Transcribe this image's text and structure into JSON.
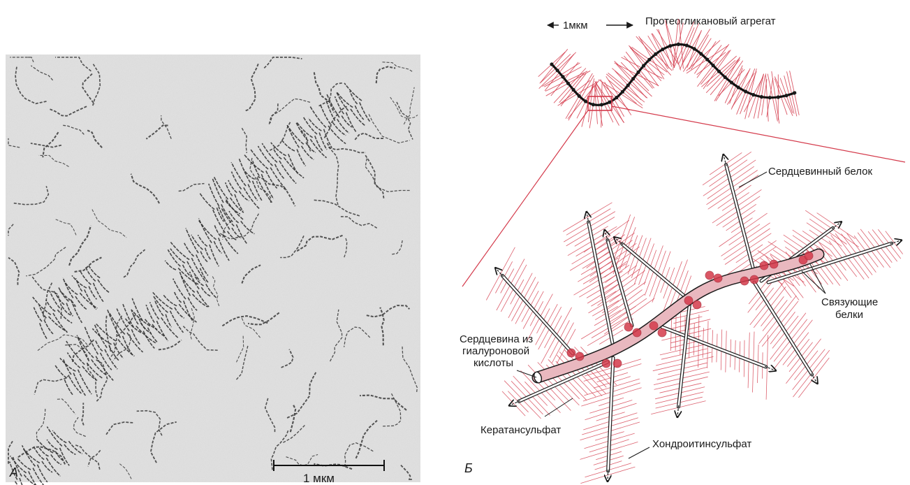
{
  "panel_a": {
    "letter": "А",
    "scale_bar": "1 мкм",
    "image": "electron-micrograph"
  },
  "panel_b": {
    "letter": "Б",
    "scale_bar": "1мкм",
    "title": "Протеогликановый агрегат",
    "labels": {
      "core_protein": "Сердцевинный белок",
      "link_proteins": [
        "Связующие",
        "белки"
      ],
      "hyaluronic_core": [
        "Сердцевина из",
        "гиалуроновой",
        "кислоты"
      ],
      "keratan": "Кератансульфат",
      "chondroitin": "Хондроитинсульфат"
    }
  },
  "colors": {
    "red": "#d43a4b",
    "pink_core": "#e9b8bf",
    "dark": "#1a1a1a",
    "photo_bg": "#d8d8d8"
  },
  "icons": [
    "arrow-left-icon",
    "arrow-right-icon"
  ]
}
